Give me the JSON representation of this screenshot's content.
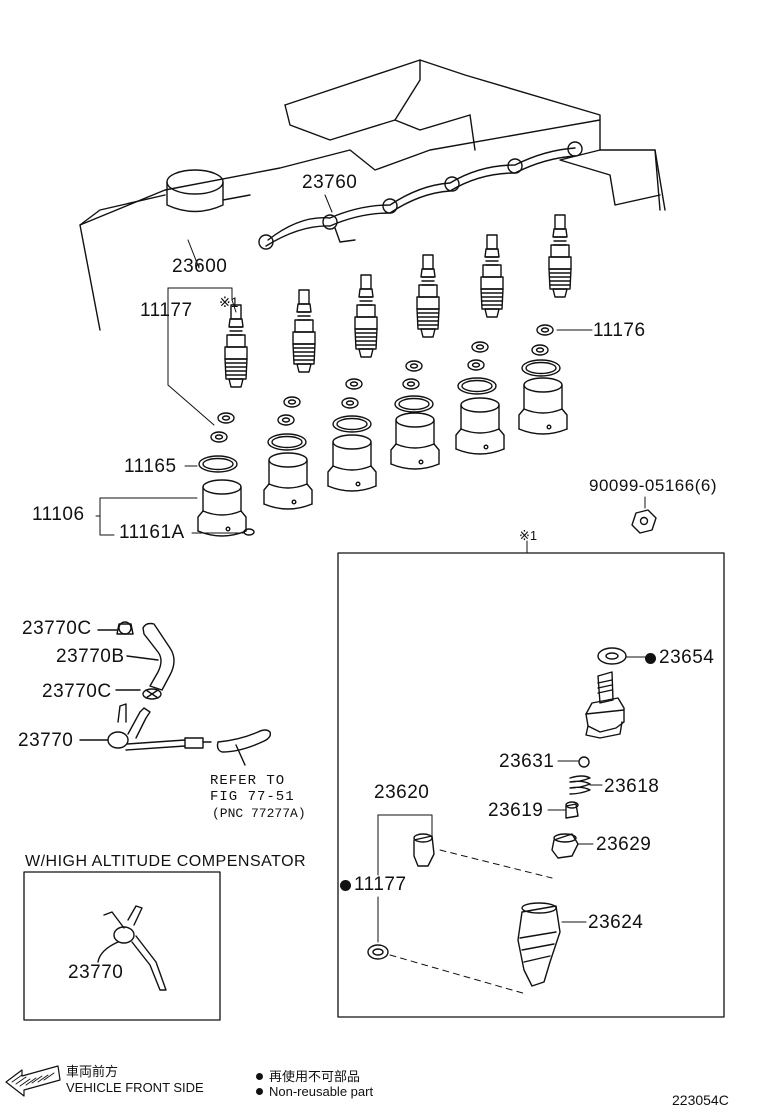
{
  "labels": {
    "p23760": "23760",
    "p23600": "23600",
    "p11177_top": "11177",
    "mark1_top": "※1",
    "p11176": "11176",
    "p11165": "11165",
    "p11106": "11106",
    "p11161a": "11161A",
    "p90099": "90099-05166(6)",
    "mark1_box": "※1",
    "p23770c_a": "23770C",
    "p23770b": "23770B",
    "p23770c_b": "23770C",
    "p23770": "23770",
    "refer_line1": "REFER TO",
    "refer_line2": "FIG 77-51",
    "refer_line3": "(PNC 77277A)",
    "p23654": "23654",
    "p23631": "23631",
    "p23618": "23618",
    "p23620": "23620",
    "p23619": "23619",
    "p23629": "23629",
    "p11177_box": "11177",
    "p23624": "23624",
    "altitude_title": "W/HIGH ALTITUDE COMPENSATOR",
    "p23770_alt": "23770"
  },
  "footer": {
    "front_jp": "車両前方",
    "front_en": "VEHICLE FRONT SIDE",
    "nonreuse_jp": "再使用不可部品",
    "nonreuse_en": "Non-reusable part",
    "diagram_code": "223054C"
  },
  "icons": {
    "front_arrow": "left-arrow-icon",
    "nonreusable_marker": "filled-circle-icon"
  }
}
